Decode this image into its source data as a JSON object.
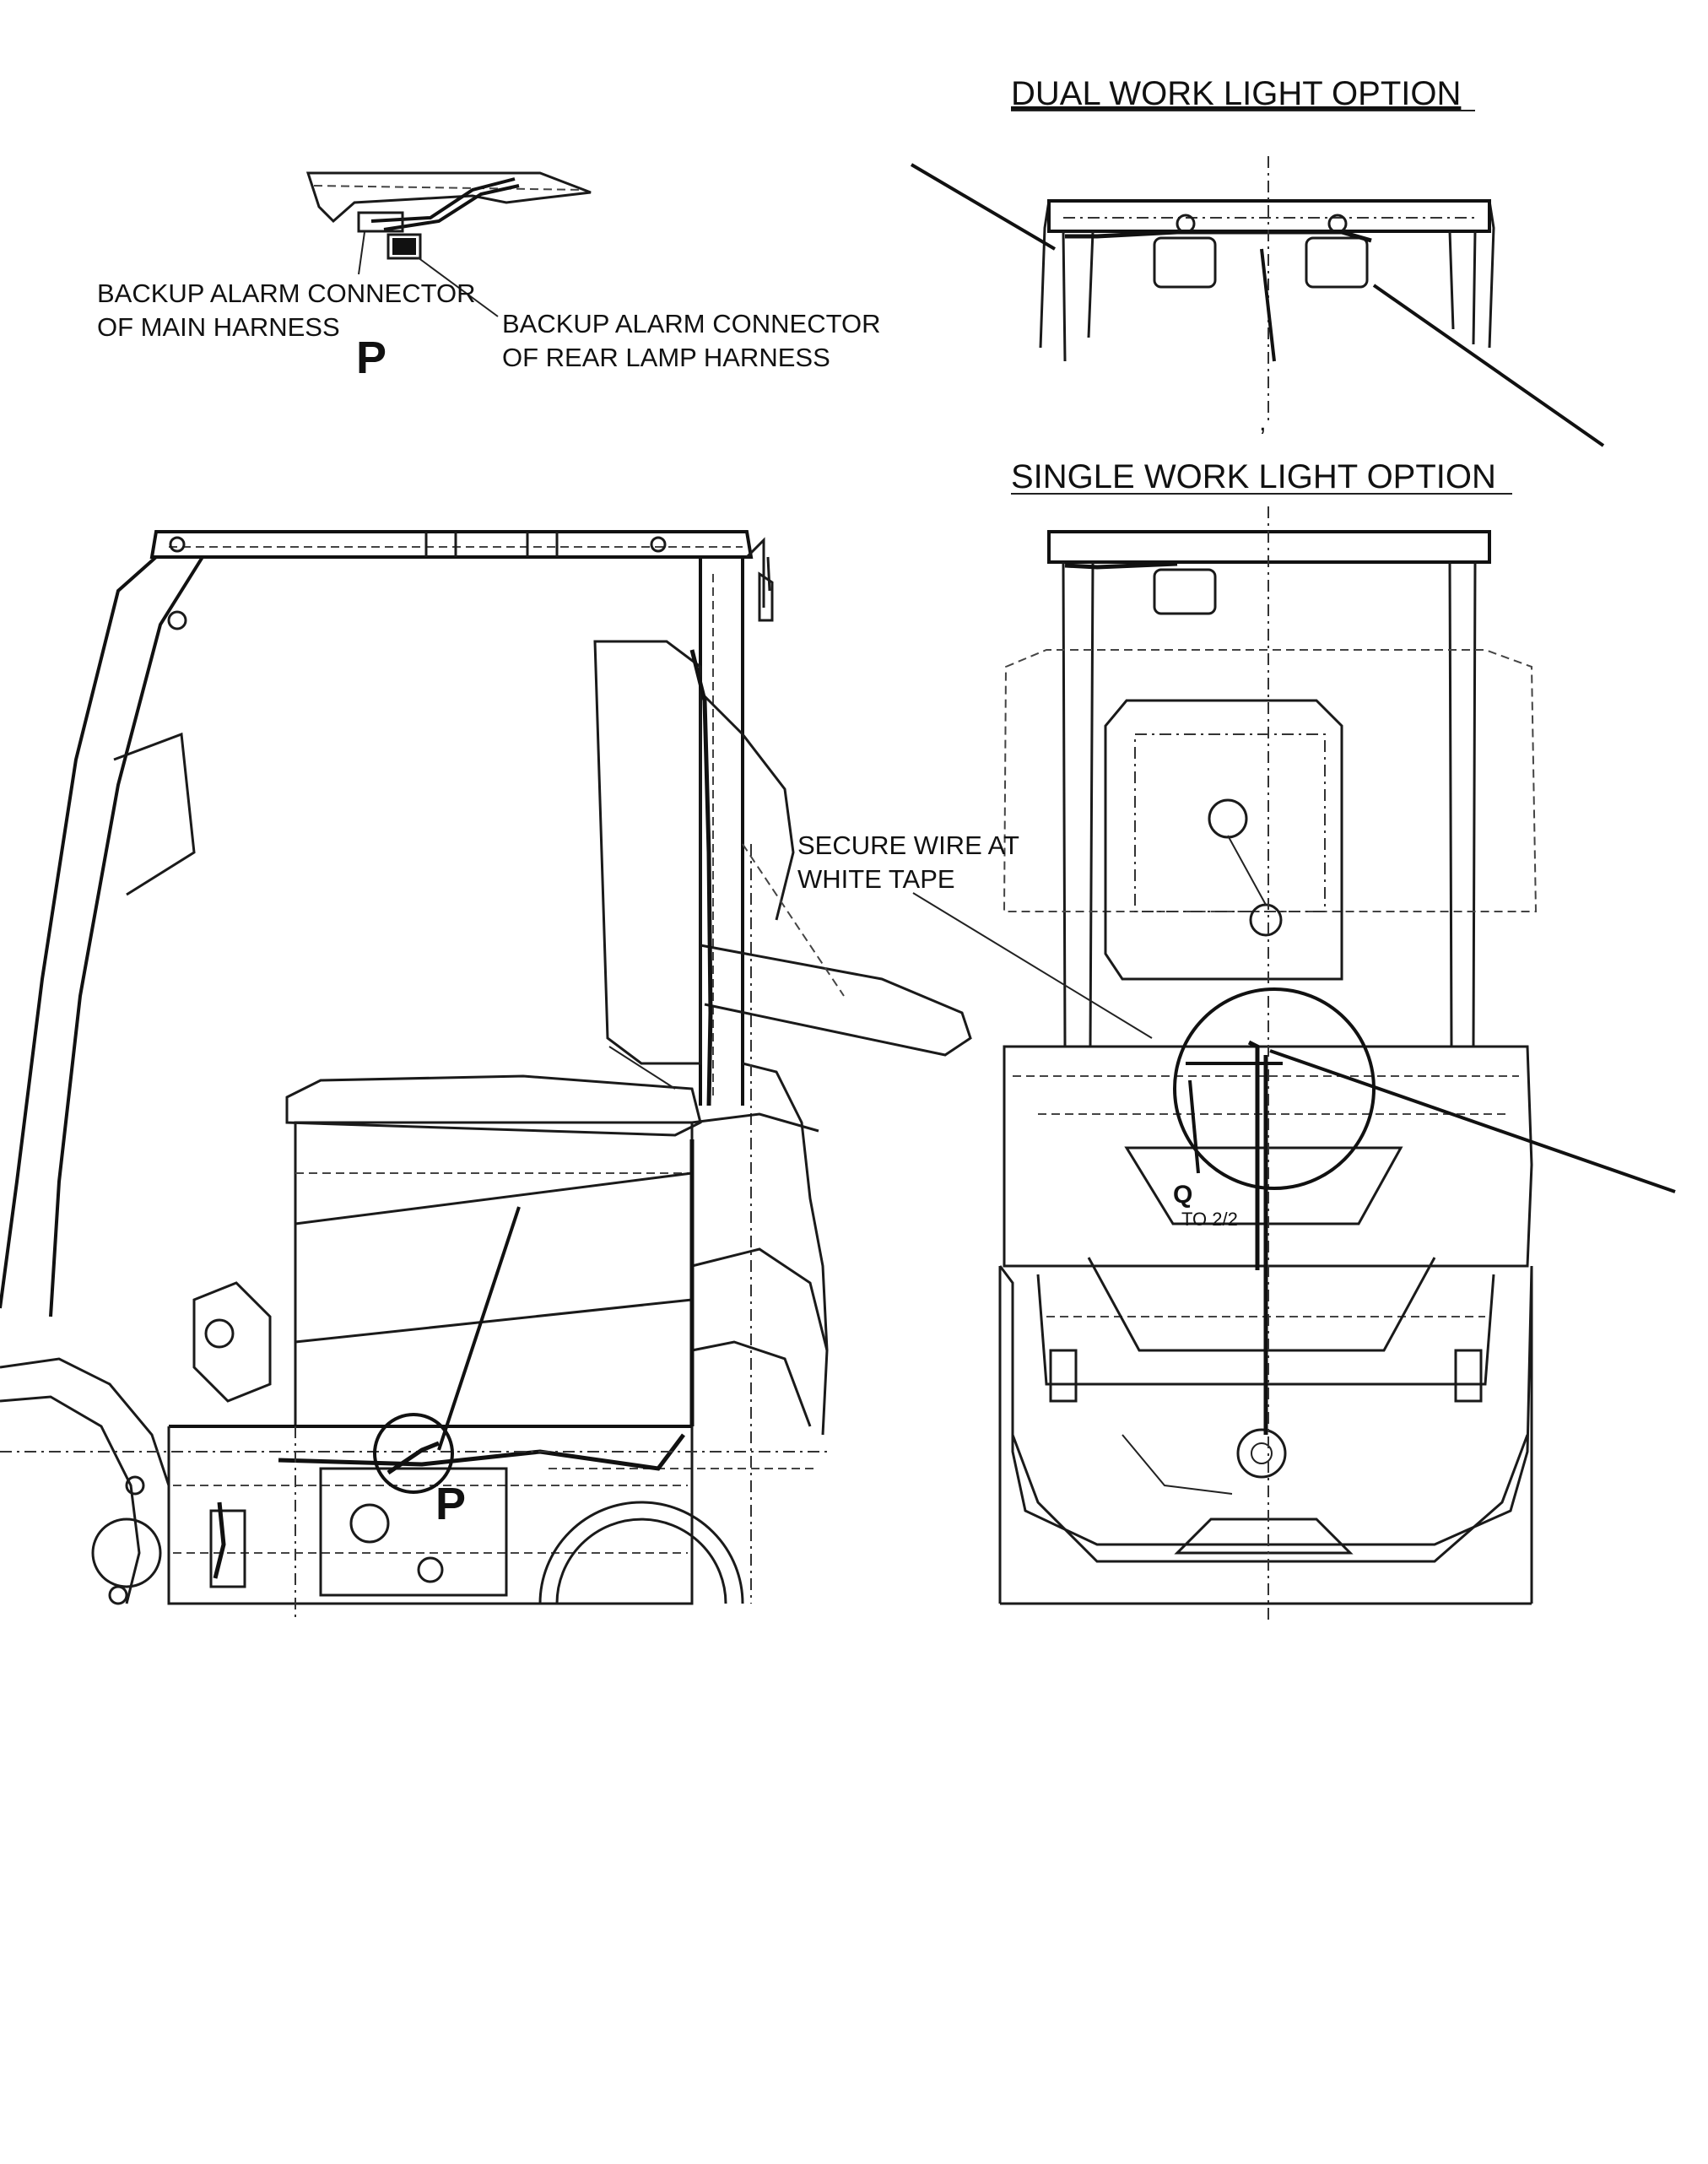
{
  "labels": {
    "dual_title": "DUAL WORK LIGHT OPTION",
    "single_title": "SINGLE WORK LIGHT OPTION",
    "backup_main": [
      "BACKUP ALARM CONNECTOR",
      "OF MAIN HARNESS"
    ],
    "backup_rear": [
      "BACKUP ALARM CONNECTOR",
      "OF REAR LAMP HARNESS"
    ],
    "secure_wire": [
      "SECURE WIRE AT",
      "WHITE TAPE"
    ],
    "detail_p_top": "P",
    "detail_p_side": "P",
    "detail_q": "Q",
    "detail_q_ref": "TO 2/2",
    "tick_mark": ","
  }
}
